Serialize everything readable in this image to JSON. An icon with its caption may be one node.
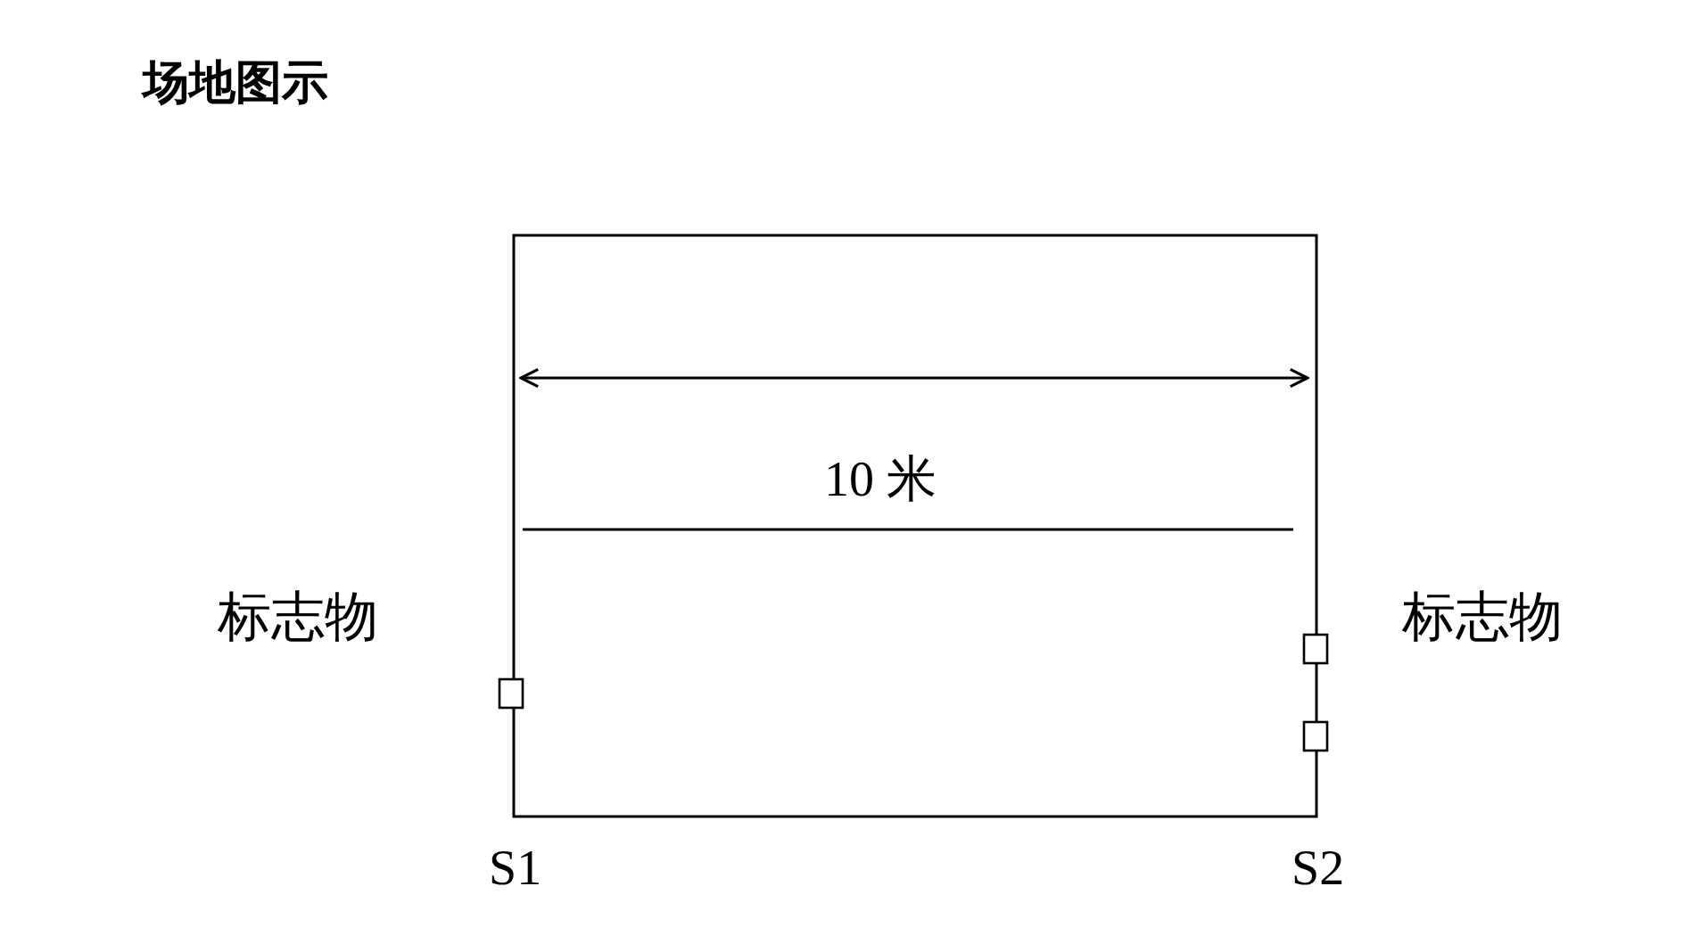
{
  "diagram": {
    "title": "场地图示",
    "labels": [
      "10 米",
      "标志物",
      "标志物",
      "S1",
      "S2"
    ]
  }
}
